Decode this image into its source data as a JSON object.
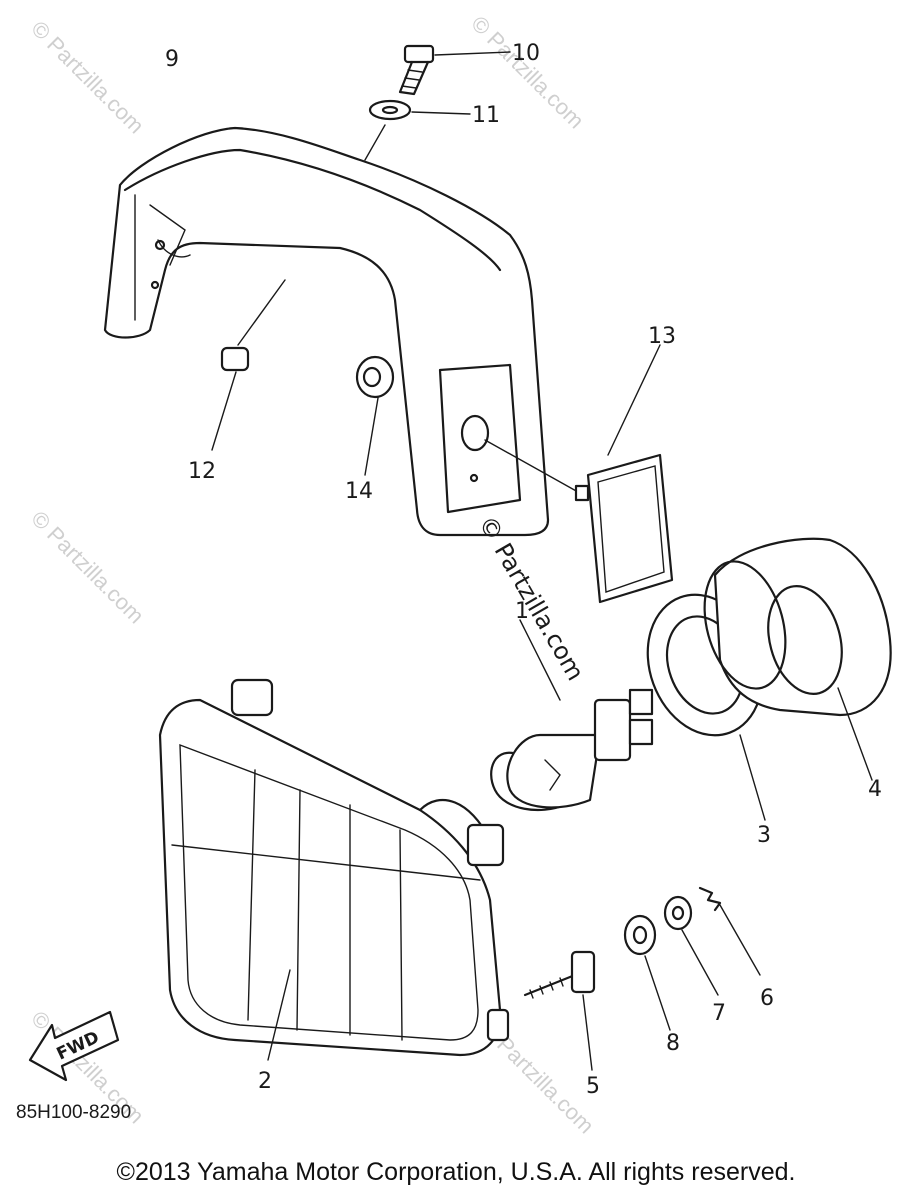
{
  "diagram": {
    "part_numbers": [
      "1",
      "2",
      "3",
      "4",
      "5",
      "6",
      "7",
      "8",
      "9",
      "10",
      "11",
      "12",
      "13",
      "14"
    ],
    "drawing_code": "85H100-8290",
    "direction_arrow_label": "FWD",
    "watermark": "© Partzilla.com"
  },
  "footer": {
    "copyright": "©2013 Yamaha Motor Corporation, U.S.A. All rights reserved."
  }
}
